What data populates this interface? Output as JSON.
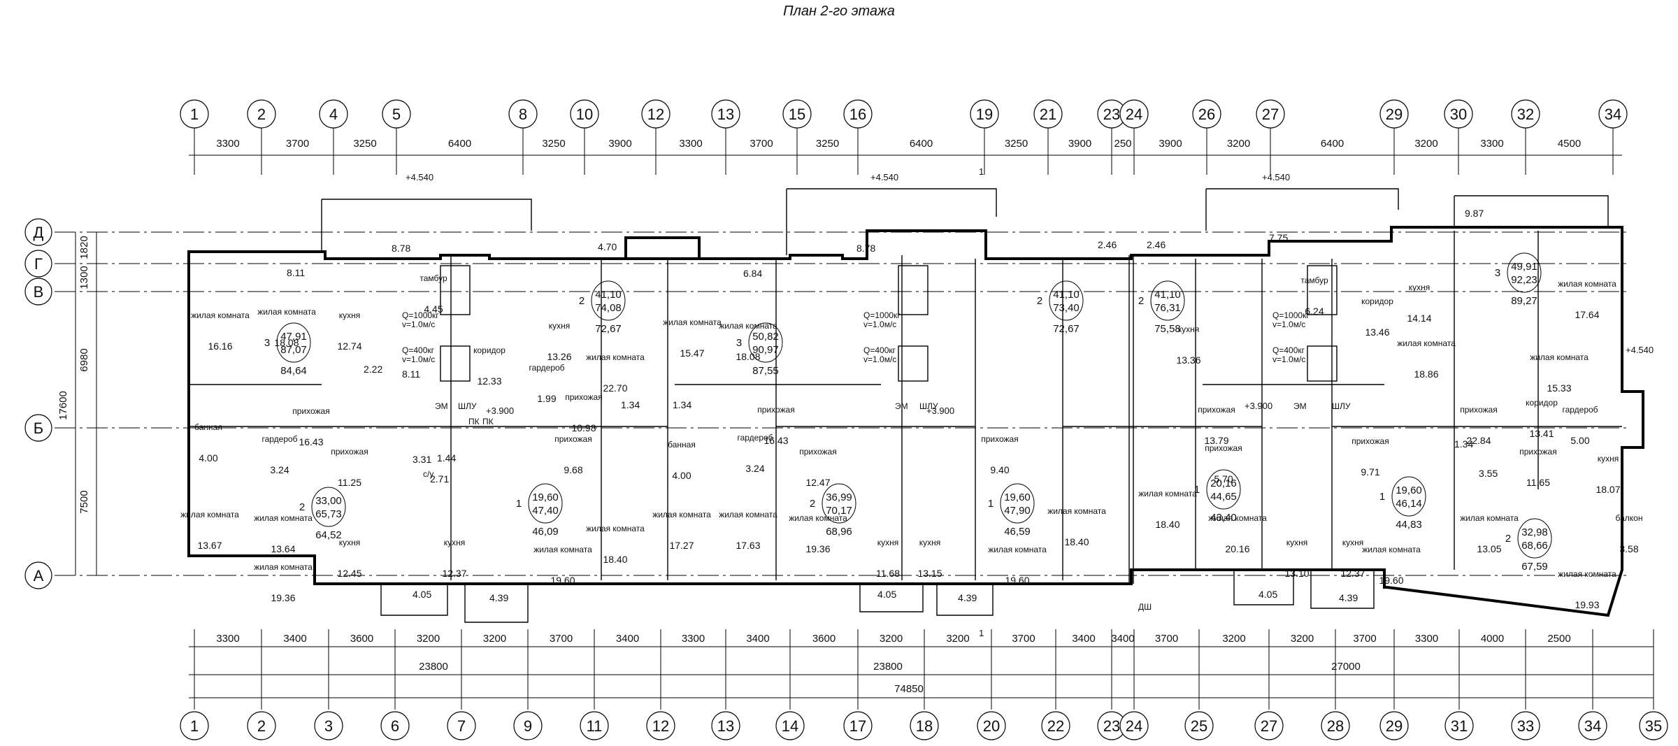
{
  "title": "План 2-го этажа",
  "axes_top": [
    "1",
    "2",
    "4",
    "5",
    "8",
    "10",
    "12",
    "13",
    "15",
    "16",
    "19",
    "21",
    "23",
    "24",
    "26",
    "27",
    "29",
    "30",
    "32",
    "34"
  ],
  "axes_bottom": [
    "1",
    "2",
    "3",
    "6",
    "7",
    "9",
    "11",
    "12",
    "13",
    "14",
    "17",
    "18",
    "20",
    "22",
    "23",
    "24",
    "25",
    "27",
    "28",
    "29",
    "31",
    "33",
    "34",
    "35"
  ],
  "axes_left": [
    "Д",
    "Г",
    "В",
    "Б",
    "А"
  ],
  "dims_top": [
    "3300",
    "3700",
    "3250",
    "6400",
    "3250",
    "3900",
    "3300",
    "3700",
    "3250",
    "6400",
    "3250",
    "3900",
    "250",
    "3900",
    "3200",
    "6400",
    "3200",
    "3300",
    "4500"
  ],
  "dims_bottom": [
    "3300",
    "3400",
    "3600",
    "3200",
    "3200",
    "3700",
    "3400",
    "3300",
    "3400",
    "3600",
    "3200",
    "3200",
    "3700",
    "3400",
    "3400",
    "3700",
    "3200",
    "3200",
    "3700",
    "3300",
    "4000",
    "2500"
  ],
  "dims_sections": [
    "23800",
    "23800",
    "27000"
  ],
  "dims_total": "74850",
  "dims_left": [
    "1820",
    "1300",
    "6980",
    "17600",
    "7500"
  ],
  "levels": [
    "+4.540",
    "+4.540",
    "+4.540",
    "+4.540",
    "+3.900",
    "+3.900",
    "+3.900"
  ],
  "section_marks": [
    "1",
    "1"
  ],
  "rooms": [
    {
      "name": "жилая комната",
      "area": "16.16"
    },
    {
      "name": "жилая комната",
      "area": "18.08"
    },
    {
      "name": "кухня",
      "area": "12.74"
    },
    {
      "name": "прихожая",
      "area": "16.43"
    },
    {
      "name": "банная",
      "area": "4.00"
    },
    {
      "name": "гардероб",
      "area": "3.24"
    },
    {
      "name": "прихожая",
      "area": "11.25"
    },
    {
      "name": "жилая комната",
      "area": "13.67"
    },
    {
      "name": "жилая комната",
      "area": "13.64"
    },
    {
      "name": "жилая комната",
      "area": "19.36"
    },
    {
      "name": "кухня",
      "area": "12.45"
    },
    {
      "name": "кухня",
      "area": "12.37"
    },
    {
      "name": "тамбур",
      "area": "4.45"
    },
    {
      "name": "коридор",
      "area": "12.33"
    },
    {
      "name": "кухня",
      "area": "13.26"
    },
    {
      "name": "гардероб",
      "area": "1.99"
    },
    {
      "name": "жилая комната",
      "area": "22.70"
    },
    {
      "name": "прихожая",
      "area": "10.98"
    },
    {
      "name": "прихожая",
      "area": "9.68"
    },
    {
      "name": "жилая комната",
      "area": "19.60"
    },
    {
      "name": "жилая комната",
      "area": "18.40"
    },
    {
      "name": "жилая комната",
      "area": "15.47"
    },
    {
      "name": "банная",
      "area": "4.00"
    },
    {
      "name": "жилая комната",
      "area": "17.27"
    },
    {
      "name": "жилая комната",
      "area": "18.08"
    },
    {
      "name": "прихожая",
      "area": "16.43"
    },
    {
      "name": "гардероб",
      "area": "3.24"
    },
    {
      "name": "прихожая",
      "area": "12.47"
    },
    {
      "name": "жилая комната",
      "area": "17.63"
    },
    {
      "name": "жилая комната",
      "area": "19.36"
    },
    {
      "name": "кухня",
      "area": "11.68"
    },
    {
      "name": "кухня",
      "area": "13.15"
    },
    {
      "name": "прихожая",
      "area": "9.40"
    },
    {
      "name": "жилая комната",
      "area": "19.60"
    },
    {
      "name": "жилая комната",
      "area": "18.40"
    },
    {
      "name": "жилая комната",
      "area": "18.40"
    },
    {
      "name": "кухня",
      "area": "13.36"
    },
    {
      "name": "прихожая",
      "area": "13.79"
    },
    {
      "name": "прихожая",
      "area": "5.70"
    },
    {
      "name": "жилая комната",
      "area": "20.16"
    },
    {
      "name": "тамбур",
      "area": "6.24"
    },
    {
      "name": "коридор",
      "area": "13.46"
    },
    {
      "name": "кухня",
      "area": "13.10"
    },
    {
      "name": "кухня",
      "area": "12.37"
    },
    {
      "name": "прихожая",
      "area": "9.71"
    },
    {
      "name": "жилая комната",
      "area": "19.60"
    },
    {
      "name": "кухня",
      "area": "14.14"
    },
    {
      "name": "жилая комната",
      "area": "18.86"
    },
    {
      "name": "жилая комната",
      "area": "17.64"
    },
    {
      "name": "жилая комната",
      "area": "15.33"
    },
    {
      "name": "прихожая",
      "area": "22.84"
    },
    {
      "name": "коридор",
      "area": "13.41"
    },
    {
      "name": "гардероб",
      "area": "5.00"
    },
    {
      "name": "кухня",
      "area": "18.07"
    },
    {
      "name": "прихожая",
      "area": "11.65"
    },
    {
      "name": "жилая комната",
      "area": "13.05"
    },
    {
      "name": "жилая комната",
      "area": "19.93"
    },
    {
      "name": "балкон",
      "area": "3.58"
    }
  ],
  "apartments": [
    {
      "rooms": "3",
      "living": "47,91",
      "total": "87,07",
      "gross": "84,64"
    },
    {
      "rooms": "2",
      "living": "33,00",
      "total": "65,73",
      "gross": "64,52"
    },
    {
      "rooms": "2",
      "living": "41,10",
      "total": "74,08",
      "gross": "72,67"
    },
    {
      "rooms": "1",
      "living": "19,60",
      "total": "47,40",
      "gross": "46,09"
    },
    {
      "rooms": "3",
      "living": "50,82",
      "total": "90,97",
      "gross": "87,55"
    },
    {
      "rooms": "2",
      "living": "36,99",
      "total": "70,17",
      "gross": "68,96"
    },
    {
      "rooms": "2",
      "living": "41,10",
      "total": "73,40",
      "gross": "72,67"
    },
    {
      "rooms": "1",
      "living": "19,60",
      "total": "47,90",
      "gross": "46,59"
    },
    {
      "rooms": "2",
      "living": "41,10",
      "total": "76,31",
      "gross": "75,58"
    },
    {
      "rooms": "1",
      "living": "20,16",
      "total": "44,65",
      "gross": "43,40"
    },
    {
      "rooms": "1",
      "living": "19,60",
      "total": "46,14",
      "gross": "44,83"
    },
    {
      "rooms": "3",
      "living": "49,91",
      "total": "92,23",
      "gross": "89,27"
    },
    {
      "rooms": "2",
      "living": "32,98",
      "total": "68,66",
      "gross": "67,59"
    }
  ],
  "balconies": [
    "8.11",
    "8.78",
    "4.70",
    "6.84",
    "8.78",
    "2.46",
    "2.46",
    "7.75",
    "9.87",
    "4.05",
    "4.39",
    "4.05",
    "4.39",
    "4.05",
    "4.39"
  ],
  "elevators": [
    "Q=1000кг",
    "v=1.0м/с",
    "Q=400кг",
    "v=1.0м/с"
  ],
  "misc_labels": [
    "ЭМ",
    "ШЛУ",
    "ПК",
    "ПК",
    "с/у",
    "ДШ"
  ],
  "small_areas": [
    "2.22",
    "8.11",
    "1.34",
    "1.34",
    "3.31",
    "1.44",
    "2.71",
    "1.34",
    "3.55"
  ]
}
